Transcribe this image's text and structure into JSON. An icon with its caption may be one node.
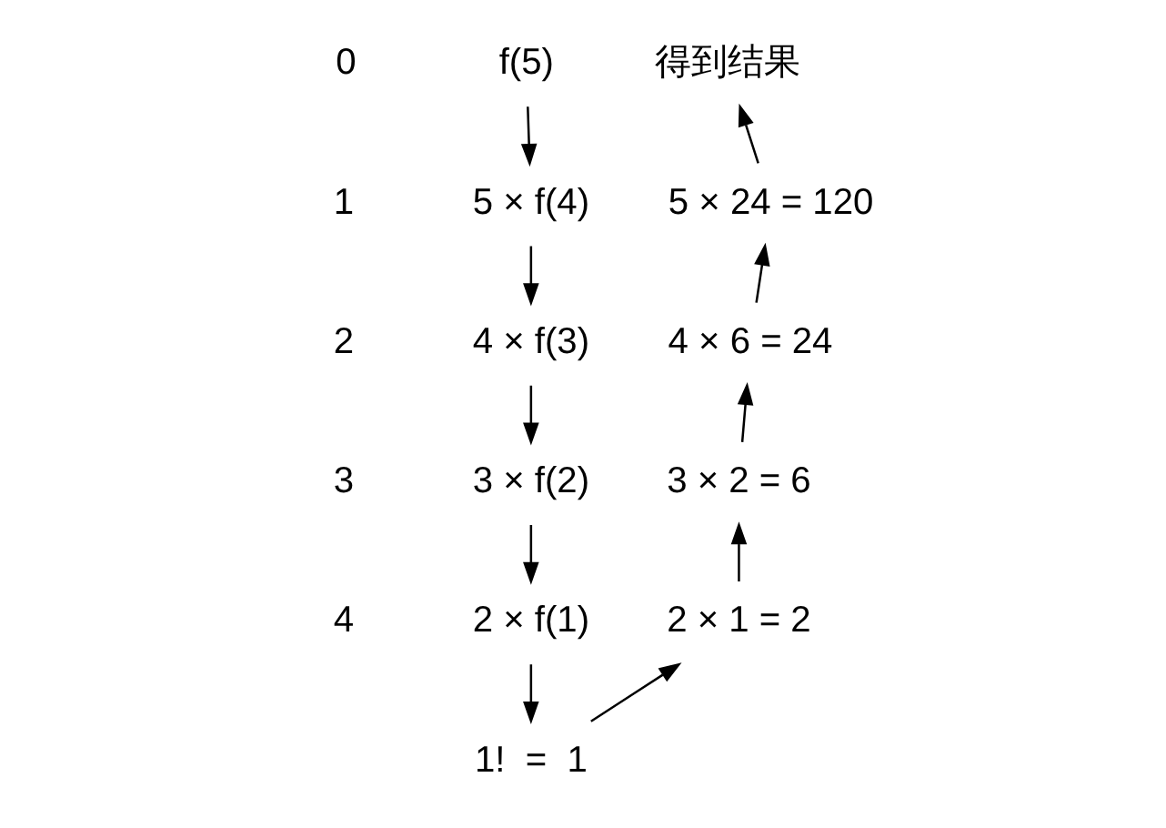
{
  "diagram": {
    "nodes": [
      {
        "text": [
          "f(5)"
        ]
      },
      {
        "text": [
          "5 × f(4)"
        ]
      },
      {
        "text": [
          "4 × f(3)"
        ]
      },
      {
        "text": [
          "3 × f(2)"
        ]
      },
      {
        "text": [
          "2 × f(1)"
        ]
      },
      {
        "text": [
          "1!  =  1"
        ]
      },
      {
        "text": [
          "2 × 1 = 2"
        ]
      },
      {
        "text": [
          "3 × 2 = 6"
        ]
      },
      {
        "text": [
          "4 × 6 = 24"
        ]
      },
      {
        "text": [
          "5 × 24 = 120"
        ]
      },
      {
        "text": [
          "得到结果"
        ]
      }
    ],
    "edges": [
      {
        "from": 0,
        "to": 1,
        "arrow": "to"
      },
      {
        "from": 1,
        "to": 2,
        "arrow": "to"
      },
      {
        "from": 2,
        "to": 3,
        "arrow": "to"
      },
      {
        "from": 3,
        "to": 4,
        "arrow": "to"
      },
      {
        "from": 4,
        "to": 5,
        "arrow": "to"
      },
      {
        "from": 5,
        "to": 6,
        "arrow": "to"
      },
      {
        "from": 6,
        "to": 7,
        "arrow": "to"
      },
      {
        "from": 7,
        "to": 8,
        "arrow": "to"
      },
      {
        "from": 8,
        "to": 9,
        "arrow": "to"
      },
      {
        "from": 9,
        "to": 10,
        "arrow": "to"
      }
    ],
    "labels": [
      "0",
      "1",
      "2",
      "3",
      "4"
    ]
  }
}
